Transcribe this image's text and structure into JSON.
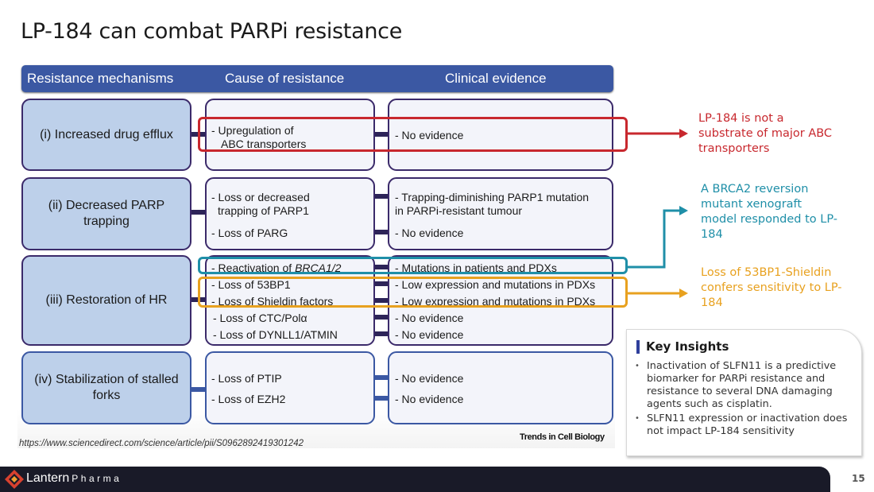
{
  "title": "LP-184 can combat PARPi resistance",
  "header": {
    "col1": "Resistance mechanisms",
    "col2": "Cause of resistance",
    "col3": "Clinical evidence"
  },
  "rows": [
    {
      "mechanism": "(i) Increased drug efflux",
      "causes": [
        "- Upregulation of",
        "ABC transporters"
      ],
      "evidence": [
        "- No evidence"
      ]
    },
    {
      "mechanism": "(ii) Decreased PARP trapping",
      "causes": [
        "- Loss or decreased",
        "trapping of PARP1",
        "- Loss of PARG"
      ],
      "evidence": [
        "- Trapping-diminishing PARP1 mutation",
        "in PARPi-resistant tumour",
        "- No evidence"
      ]
    },
    {
      "mechanism": "(iii) Restoration of HR",
      "causes": [
        "- Reactivation of ",
        "BRCA1/2",
        "- Loss of 53BP1",
        "- Loss of Shieldin factors",
        "- Loss of CTC/Polα",
        "- Loss of DYNLL1/ATMIN"
      ],
      "evidence": [
        "- Mutations in patients and PDXs",
        "- Low expression and mutations in PDXs",
        "- Low expression and mutations in PDXs",
        "- No evidence",
        "- No evidence"
      ]
    },
    {
      "mechanism": "(iv) Stabilization of stalled forks",
      "causes": [
        "- Loss of PTIP",
        "- Loss of EZH2"
      ],
      "evidence": [
        "- No evidence",
        "- No evidence"
      ]
    }
  ],
  "annotations": {
    "red": {
      "text": "LP-184 is not a substrate of major ABC transporters",
      "color": "#c8282e"
    },
    "teal": {
      "text": "A BRCA2 reversion mutant xenograft model responded to LP-184",
      "color": "#1f8fa8"
    },
    "orange": {
      "text": "Loss of 53BP1-Shieldin confers sensitivity to LP-184",
      "color": "#e8a11f"
    }
  },
  "key_insights": {
    "title": "Key Insights",
    "items": [
      "Inactivation of SLFN11 is a predictive biomarker for PARPi resistance and resistance to several DNA damaging agents such as cisplatin.",
      "SLFN11 expression or inactivation does not impact LP-184 sensitivity"
    ]
  },
  "source_url": "https://www.sciencedirect.com/science/article/pii/S0962892419301242",
  "figure_credit": "Trends in Cell Biology",
  "footer": {
    "logo_name": "Lantern",
    "logo_sub": "Pharma",
    "page_number": "15"
  }
}
